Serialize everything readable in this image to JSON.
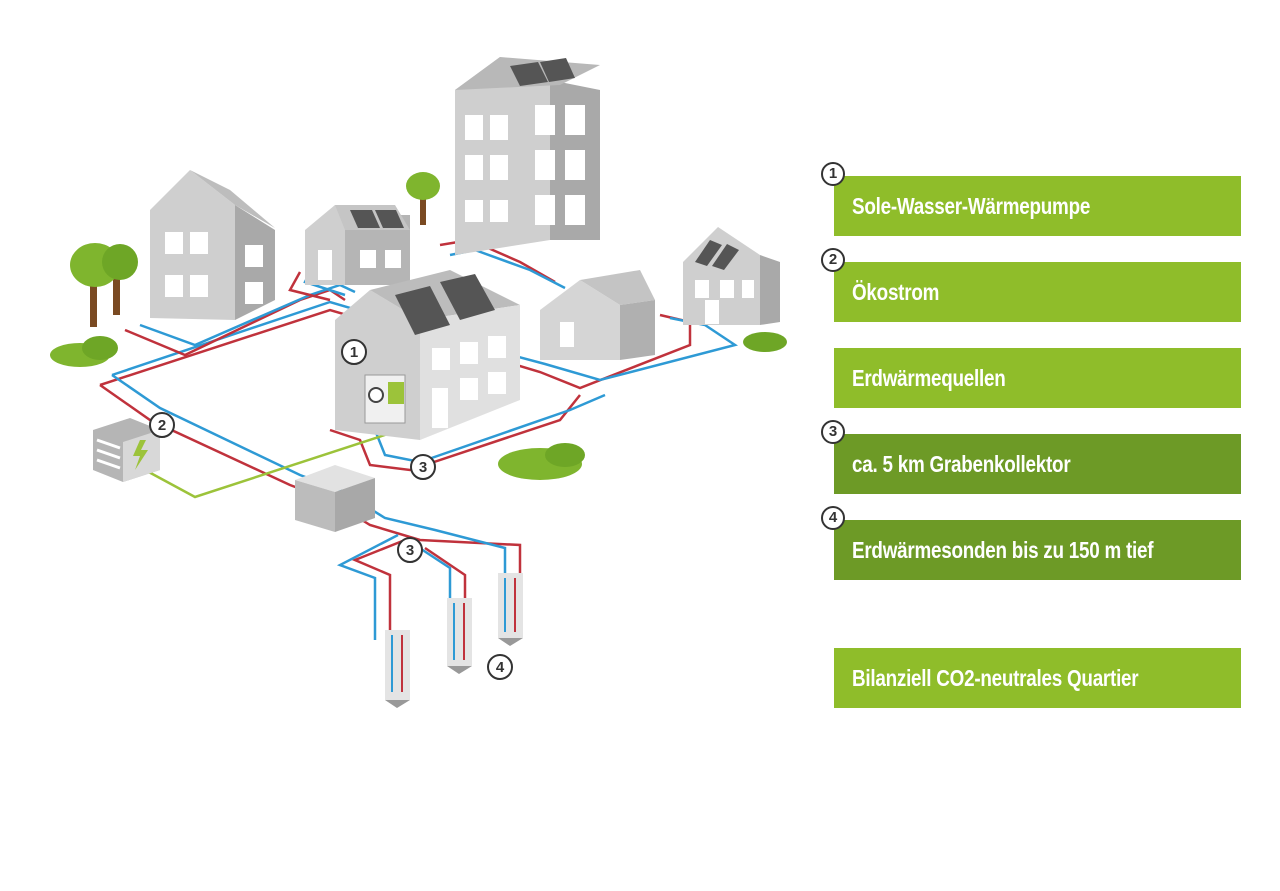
{
  "colors": {
    "light_green": "#8fbd2a",
    "dark_green": "#6d9a26",
    "supply_pipe": "#c0323c",
    "return_pipe": "#2e9ad5",
    "power_line": "#9cc33a",
    "building": "#c8c8c8"
  },
  "legend": [
    {
      "marker": "1",
      "label": "Sole-Wasser-Wärmepumpe",
      "color": "light_green"
    },
    {
      "marker": "2",
      "label": "Ökostrom",
      "color": "light_green"
    },
    {
      "marker": "",
      "label": "Erdwärmequellen",
      "color": "light_green"
    },
    {
      "marker": "3",
      "label": "ca. 5 km Grabenkollektor",
      "color": "dark_green"
    },
    {
      "marker": "4",
      "label": "Erdwärmesonden bis zu 150 m tief",
      "color": "dark_green"
    },
    {
      "marker": "",
      "label": "Bilanziell CO2-neutrales Quartier",
      "color": "light_green"
    }
  ],
  "diagram": {
    "markers": {
      "heat_pump": "1",
      "power": "2",
      "collector_house": "3",
      "collector_probe": "3",
      "probes": "4"
    },
    "icons": [
      "tree-icon",
      "bush-icon",
      "solar-panel-icon",
      "lightning-icon",
      "fan-icon",
      "borehole-probe-icon"
    ]
  }
}
